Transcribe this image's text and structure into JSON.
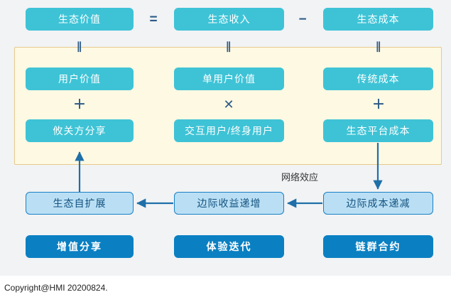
{
  "diagram": {
    "title": "生态价值公式图",
    "background_color": "#f1f3f5",
    "panel": {
      "fill": "#fdf9e3",
      "border": "#e8c98b"
    },
    "colors": {
      "cyan": "#3ec3d6",
      "light_blue_fill": "#badff4",
      "light_blue_border": "#1b7fc4",
      "dark_blue": "#0a80c2",
      "operator": "#2d5a86",
      "arrow": "#1f6fa8"
    },
    "equation_row": {
      "left": "生态价值",
      "operator_1": "=",
      "middle": "生态收入",
      "operator_2": "−",
      "right": "生态成本"
    },
    "link_operators": {
      "col1": "∥",
      "col2": "∥",
      "col3": "∥"
    },
    "breakdown_row_1": {
      "col1": "用户价值",
      "col2": "单用户价值",
      "col3": "传统成本"
    },
    "inner_operators": {
      "col1": "＋",
      "col2": "✕",
      "col3": "＋"
    },
    "breakdown_row_2": {
      "col1": "攸关方分享",
      "col2": "交互用户/终身用户",
      "col3": "生态平台成本"
    },
    "caption": "网络效应",
    "effect_row": {
      "col1": "生态自扩展",
      "col2": "边际收益递增",
      "col3": "边际成本递减"
    },
    "outcome_row": {
      "col1": "增值分享",
      "col2": "体验迭代",
      "col3": "链群合约"
    }
  },
  "footer": {
    "copyright": "Copyright@HMI 20200824."
  }
}
